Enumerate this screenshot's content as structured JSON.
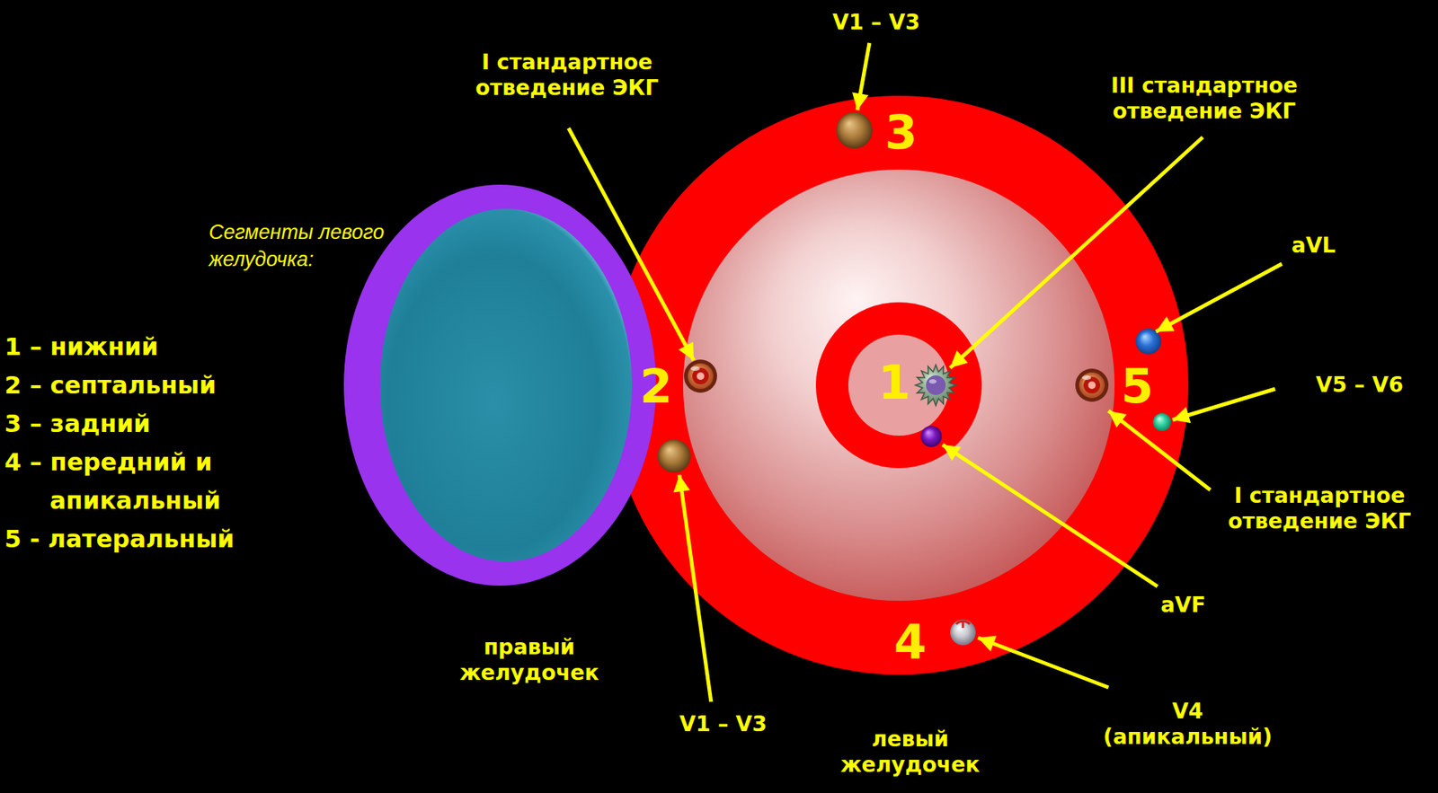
{
  "diagram": {
    "nodes": [
      {
        "text": [
          "правый желудочек"
        ]
      },
      {
        "text": [
          "левый желудочек"
        ]
      }
    ],
    "labels": [
      "V1 – V3",
      "I стандартное отведение ЭКГ",
      "III стандартное отведение ЭКГ",
      "Сегменты левого желудочка:",
      "aVL",
      "1 – нижний",
      "2 – септальный",
      "3 – задний",
      "4 – передний и апикальный",
      "5 - латеральный",
      "3",
      "2",
      "1",
      "5",
      "V5 – V6",
      "I стандартное отведение ЭКГ",
      "aVF",
      "4",
      "V1 – V3",
      "V4 (апикальный)"
    ]
  }
}
